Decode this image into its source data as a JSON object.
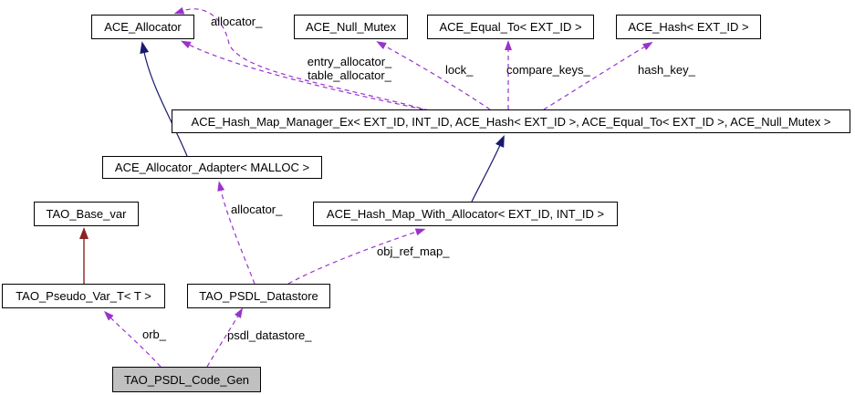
{
  "colors": {
    "background": "#ffffff",
    "text": "#000000",
    "node-border": "#000000",
    "node-fill": "#ffffff",
    "highlight-fill": "#c0c0c0",
    "edge-usage": "#9a32cd",
    "edge-inherit": "#191970",
    "edge-inherit-red": "#8b2323"
  },
  "nodes": [
    {
      "id": "ace-allocator",
      "label": "ACE_Allocator"
    },
    {
      "id": "ace-null-mutex",
      "label": "ACE_Null_Mutex"
    },
    {
      "id": "ace-equal-to",
      "label": "ACE_Equal_To< EXT_ID >"
    },
    {
      "id": "ace-hash",
      "label": "ACE_Hash< EXT_ID >"
    },
    {
      "id": "ace-hash-map-manager-ex",
      "label": "ACE_Hash_Map_Manager_Ex< EXT_ID, INT_ID, ACE_Hash< EXT_ID >, ACE_Equal_To< EXT_ID >, ACE_Null_Mutex >"
    },
    {
      "id": "ace-allocator-adapter",
      "label": "ACE_Allocator_Adapter< MALLOC >"
    },
    {
      "id": "tao-base-var",
      "label": "TAO_Base_var"
    },
    {
      "id": "ace-hash-map-with-allocator",
      "label": "ACE_Hash_Map_With_Allocator< EXT_ID, INT_ID >"
    },
    {
      "id": "tao-pseudo-var-t",
      "label": "TAO_Pseudo_Var_T< T >"
    },
    {
      "id": "tao-psdl-datastore",
      "label": "TAO_PSDL_Datastore"
    },
    {
      "id": "tao-psdl-code-gen",
      "label": "TAO_PSDL_Code_Gen"
    }
  ],
  "edge_labels": [
    {
      "id": "allocator-top",
      "text": "allocator_"
    },
    {
      "id": "entry-table-allocator",
      "text": "entry_allocator_\ntable_allocator_"
    },
    {
      "id": "lock",
      "text": "lock_"
    },
    {
      "id": "compare-keys",
      "text": "compare_keys_"
    },
    {
      "id": "hash-key",
      "text": "hash_key_"
    },
    {
      "id": "allocator-mid",
      "text": "allocator_"
    },
    {
      "id": "obj-ref-map",
      "text": "obj_ref_map_"
    },
    {
      "id": "orb",
      "text": "orb_"
    },
    {
      "id": "psdl-datastore",
      "text": "psdl_datastore_"
    }
  ],
  "edges": [
    {
      "from": "ACE_Hash_Map_Manager_Ex",
      "to": "ACE_Allocator",
      "label": "allocator_",
      "kind": "usage"
    },
    {
      "from": "ACE_Hash_Map_Manager_Ex",
      "to": "ACE_Allocator",
      "label": "entry_allocator_ table_allocator_",
      "kind": "usage"
    },
    {
      "from": "ACE_Hash_Map_Manager_Ex",
      "to": "ACE_Null_Mutex",
      "label": "lock_",
      "kind": "usage"
    },
    {
      "from": "ACE_Hash_Map_Manager_Ex",
      "to": "ACE_Equal_To< EXT_ID >",
      "label": "compare_keys_",
      "kind": "usage"
    },
    {
      "from": "ACE_Hash_Map_Manager_Ex",
      "to": "ACE_Hash< EXT_ID >",
      "label": "hash_key_",
      "kind": "usage"
    },
    {
      "from": "ACE_Allocator_Adapter< MALLOC >",
      "to": "ACE_Allocator",
      "label": "",
      "kind": "inheritance"
    },
    {
      "from": "ACE_Hash_Map_With_Allocator< EXT_ID, INT_ID >",
      "to": "ACE_Hash_Map_Manager_Ex",
      "label": "",
      "kind": "inheritance"
    },
    {
      "from": "TAO_Pseudo_Var_T< T >",
      "to": "TAO_Base_var",
      "label": "",
      "kind": "inheritance"
    },
    {
      "from": "TAO_PSDL_Datastore",
      "to": "ACE_Allocator_Adapter< MALLOC >",
      "label": "allocator_",
      "kind": "usage"
    },
    {
      "from": "TAO_PSDL_Datastore",
      "to": "ACE_Hash_Map_With_Allocator< EXT_ID, INT_ID >",
      "label": "obj_ref_map_",
      "kind": "usage"
    },
    {
      "from": "TAO_PSDL_Code_Gen",
      "to": "TAO_Pseudo_Var_T< T >",
      "label": "orb_",
      "kind": "usage"
    },
    {
      "from": "TAO_PSDL_Code_Gen",
      "to": "TAO_PSDL_Datastore",
      "label": "psdl_datastore_",
      "kind": "usage"
    }
  ]
}
